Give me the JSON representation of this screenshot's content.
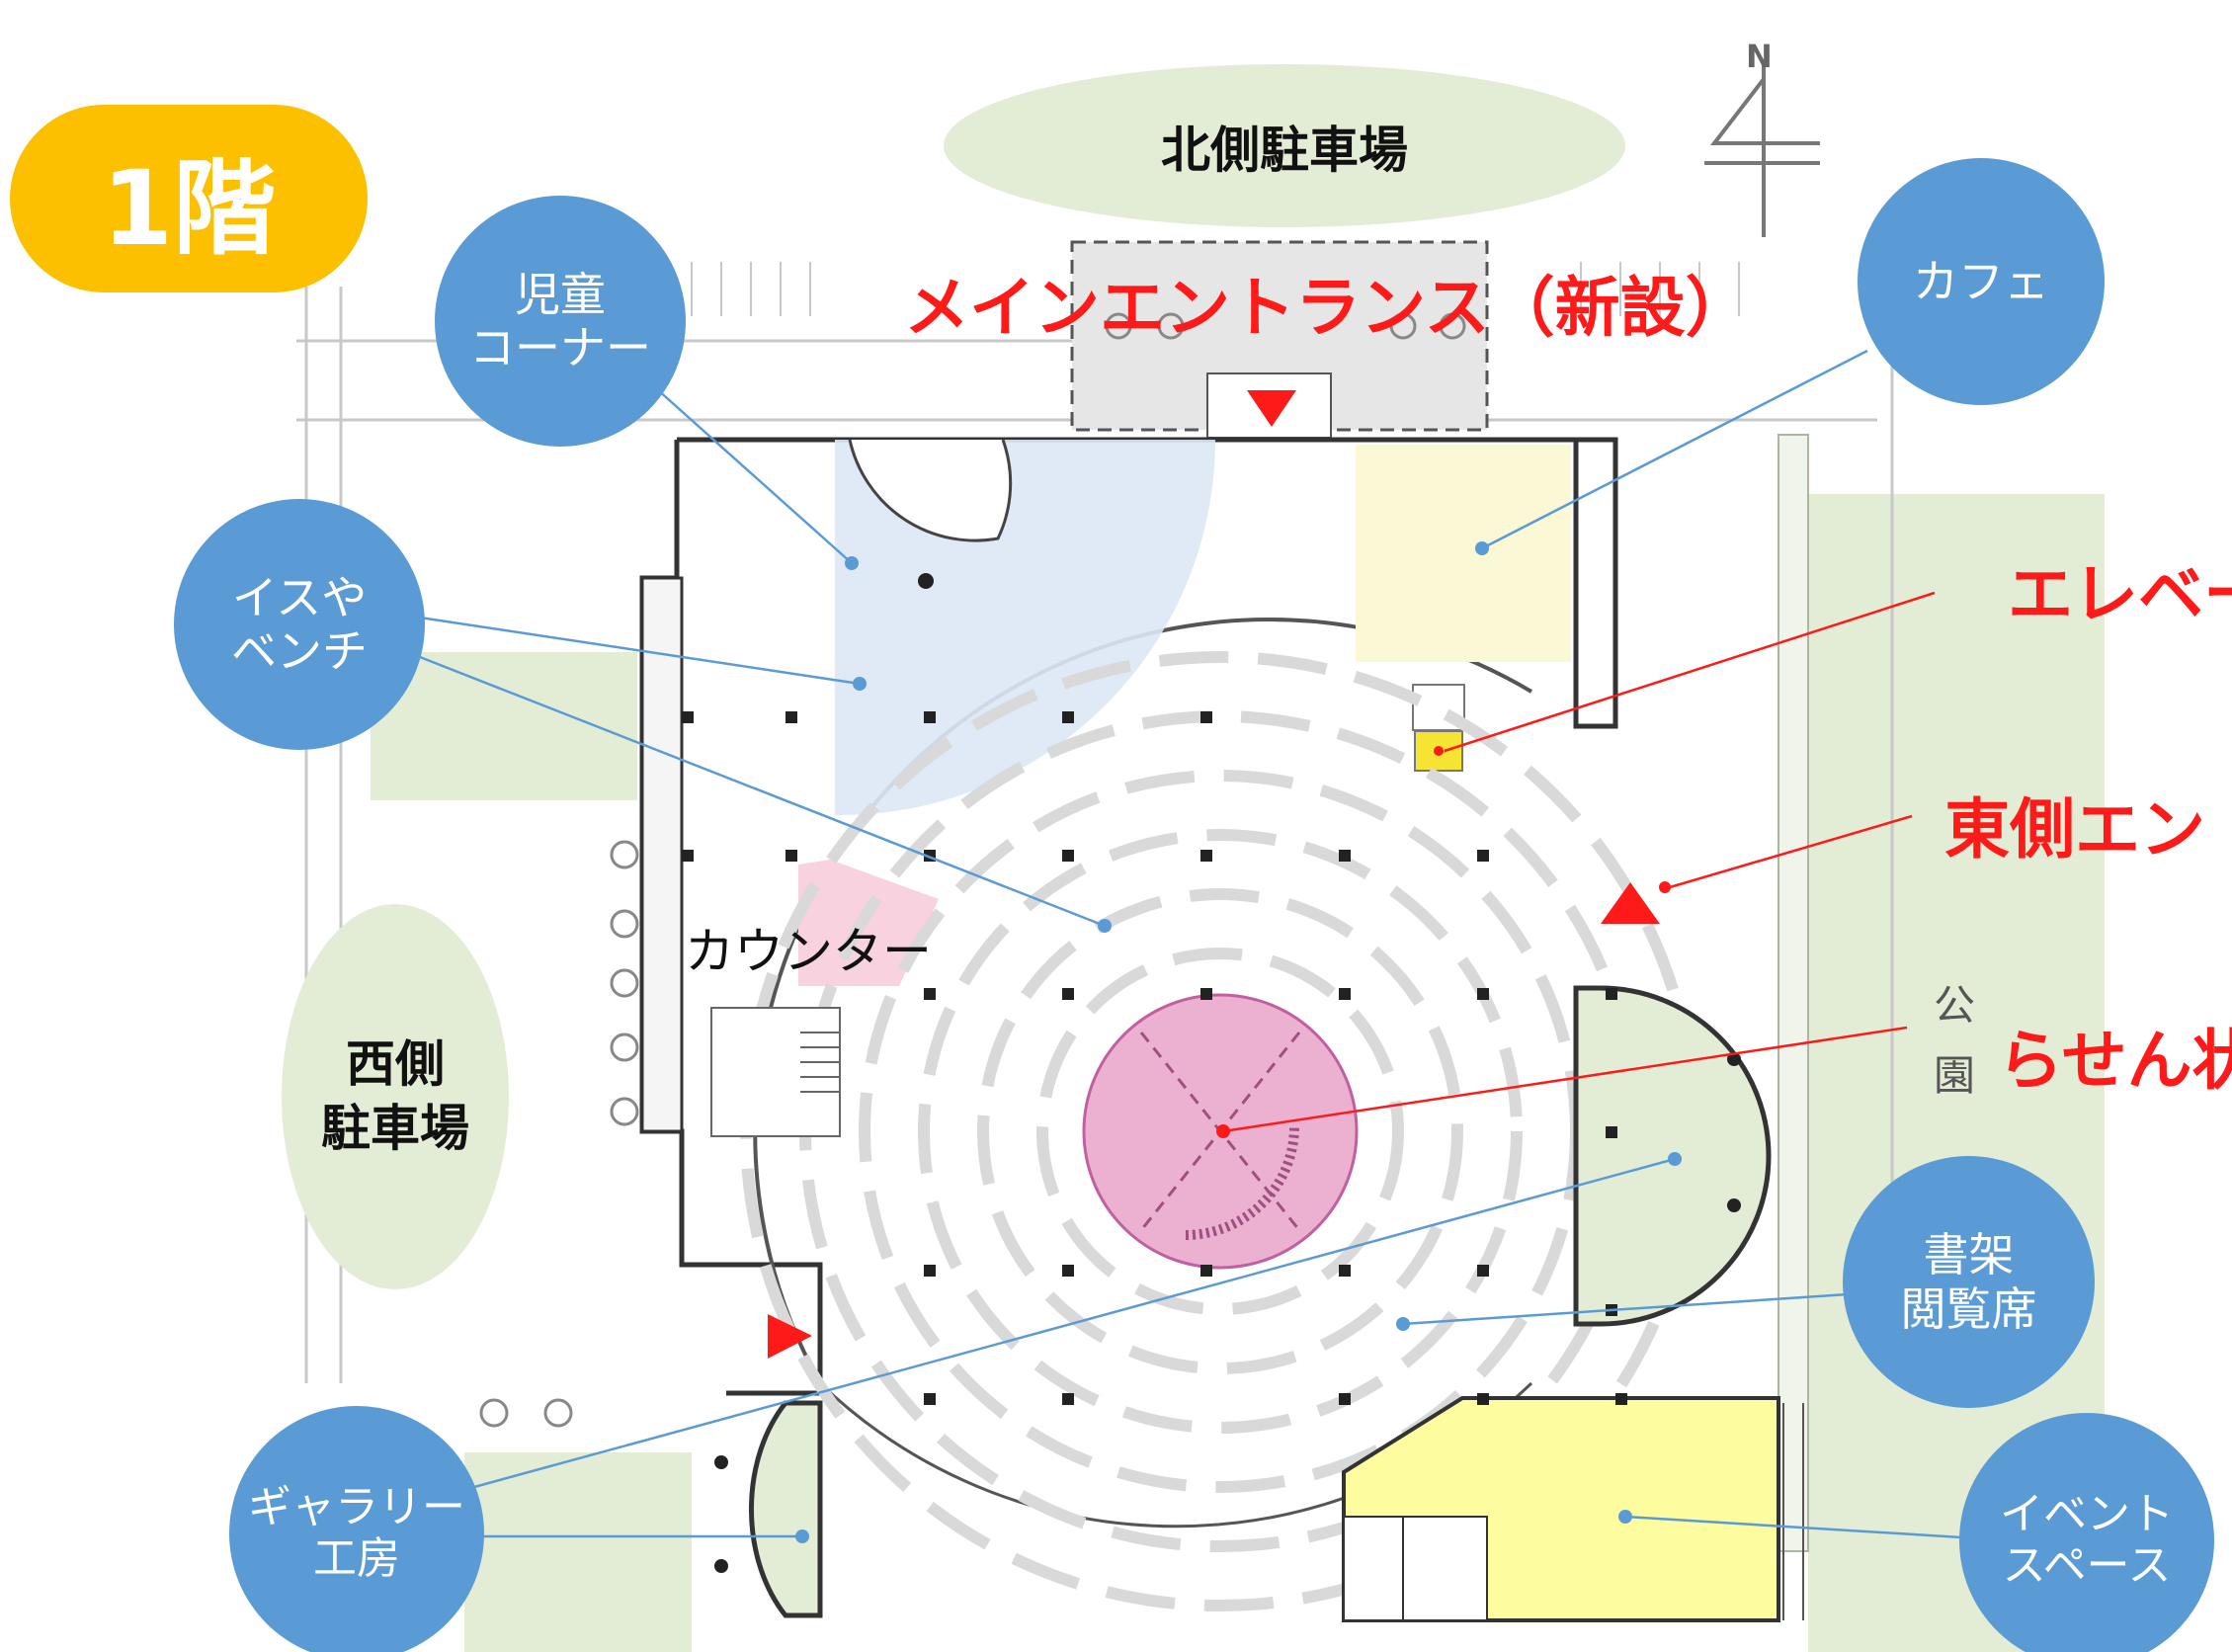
{
  "floor_label": "1階",
  "compass": {
    "north": "N"
  },
  "parking": {
    "north": "北側駐車場",
    "west": "西側\n駐車場"
  },
  "entrance_main": "メインエントランス（新設）",
  "area_labels": {
    "counter": "カウンター",
    "park": "公\n園"
  },
  "right_callouts": {
    "elevator": "エレベー",
    "east_entrance": "東側エン",
    "spiral": "らせん状"
  },
  "bubbles": {
    "kids": "児童\nコーナー",
    "cafe": "カフェ",
    "chairs": "イスや\nベンチ",
    "shelves": "書架\n閲覧席",
    "gallery": "ギャラリー\n工房",
    "event": "イベント\nスペース"
  },
  "colors": {
    "bubble": "#5b9bd5",
    "badge": "#fdc000",
    "red_text": "#ff1a1a",
    "kids_area": "#dce8f5",
    "cafe_area": "#fbf8d6",
    "event_area": "#fdfc9e",
    "center_circle": "#ecb1d1",
    "counter": "#f9d2e0",
    "green": "#e3edd5"
  },
  "icons": [
    "compass-north-icon",
    "entrance-arrow-icon",
    "wheelchair-parking-icon",
    "elevator-icon"
  ]
}
